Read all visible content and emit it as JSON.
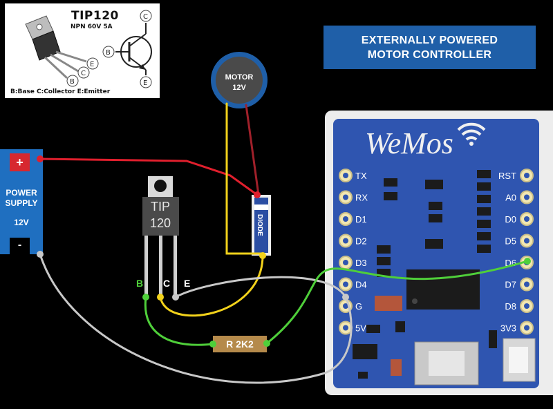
{
  "title": {
    "line1": "EXTERNALLY POWERED",
    "line2": "MOTOR CONTROLLER"
  },
  "inset": {
    "part": "TIP120",
    "spec": "NPN 60V 5A",
    "legend": "B:Base C:Collector E:Emitter",
    "pins": {
      "c": "C",
      "b": "B",
      "e": "E"
    }
  },
  "power_supply": {
    "plus": "+",
    "label_line1": "POWER",
    "label_line2": "SUPPLY",
    "voltage": "12V",
    "minus": "-"
  },
  "motor": {
    "label": "MOTOR",
    "voltage": "12V"
  },
  "diode": {
    "label": "DIODE"
  },
  "transistor": {
    "label_line1": "TIP",
    "label_line2": "120",
    "pin_b": "B",
    "pin_c": "C",
    "pin_e": "E"
  },
  "resistor": {
    "label": "R 2K2"
  },
  "wemos": {
    "logo": "WeMos",
    "left_pins": [
      "TX",
      "RX",
      "D1",
      "D2",
      "D3",
      "D4",
      "G",
      "5V"
    ],
    "right_pins": [
      "RST",
      "A0",
      "D0",
      "D5",
      "D6",
      "D7",
      "D8",
      "3V3"
    ]
  },
  "colors": {
    "red_wire": "#e01f2d",
    "yellow_wire": "#f2d21b",
    "green_wire": "#4fcf3a",
    "gray_wire": "#c8c8c8",
    "board_blue": "#2f55b0",
    "title_blue": "#1f5fa8",
    "resistor_tan": "#b58a4b"
  }
}
